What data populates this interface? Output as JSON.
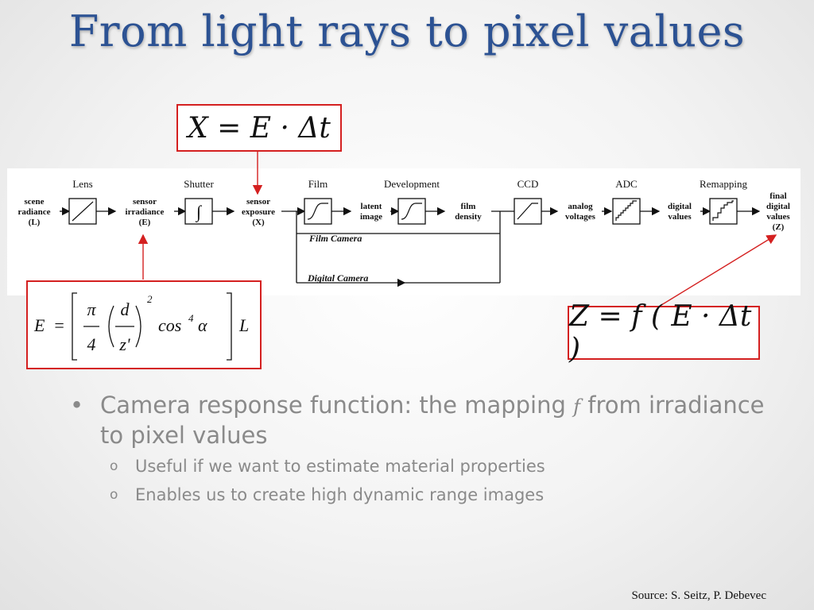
{
  "title": "From light rays to pixel values",
  "equations": {
    "exposure": "X = E · Δt",
    "response": "Z = f ( E · Δt )",
    "irradiance": "E = [ π/4 (d/z')² cos⁴ α ] L",
    "irradiance_parts": {
      "E": "E",
      "eq": "=",
      "pi": "π",
      "four": "4",
      "d": "d",
      "z": "z'",
      "square": "2",
      "cos": "cos",
      "cos_power": "4",
      "alpha": "α",
      "L": "L"
    }
  },
  "diagram": {
    "stages": {
      "lens": "Lens",
      "shutter": "Shutter",
      "film": "Film",
      "development": "Development",
      "ccd": "CCD",
      "adc": "ADC",
      "remapping": "Remapping"
    },
    "signals": {
      "scene_radiance": [
        "scene",
        "radiance",
        "(L)"
      ],
      "sensor_irradiance": [
        "sensor",
        "irradiance",
        "(E)"
      ],
      "sensor_exposure": [
        "sensor",
        "exposure",
        "(X)"
      ],
      "latent_image": [
        "latent",
        "image"
      ],
      "film_density": [
        "film",
        "density"
      ],
      "analog_voltages": [
        "analog",
        "voltages"
      ],
      "digital_values": [
        "digital",
        "values"
      ],
      "final_digital_values": [
        "final",
        "digital",
        "values",
        "(Z)"
      ]
    },
    "paths": {
      "film_camera": "Film Camera",
      "digital_camera": "Digital Camera"
    },
    "integral_symbol": "∫"
  },
  "bullets": {
    "main_pre": "Camera response function: the mapping",
    "main_var": "f",
    "main_post": "from irradiance to pixel values",
    "main_marker": "•",
    "sub_marker": "o",
    "sub": [
      "Useful if we want to estimate material properties",
      "Enables us to create high dynamic range images"
    ]
  },
  "source": "Source: S. Seitz, P. Debevec",
  "colors": {
    "title": "#2c5293",
    "accent_red": "#d42020",
    "bullet_text": "#8a8a8a"
  }
}
